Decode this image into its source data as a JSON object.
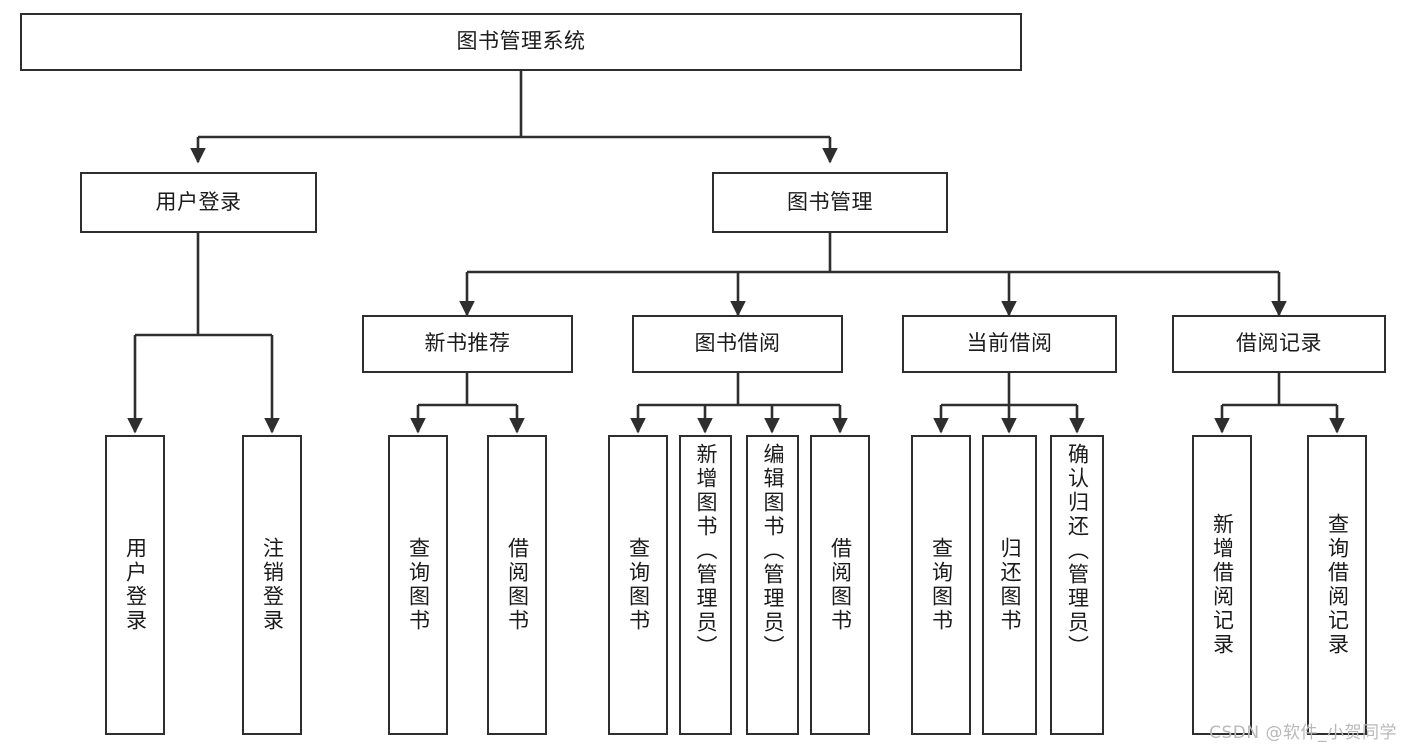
{
  "diagram": {
    "title": "图书管理系统",
    "type": "tree",
    "watermark": "CSDN @软件_小贺同学",
    "line_color": "#2e2e2e",
    "box_fill": "#ffffff",
    "text_color": "#1b1b1b",
    "root": {
      "label": "图书管理系统"
    },
    "level2": [
      {
        "label": "用户登录"
      },
      {
        "label": "图书管理"
      }
    ],
    "level3": [
      {
        "label": "新书推荐"
      },
      {
        "label": "图书借阅"
      },
      {
        "label": "当前借阅"
      },
      {
        "label": "借阅记录"
      }
    ],
    "leaves": {
      "user_login": [
        {
          "label": "用户登录"
        },
        {
          "label": "注销登录"
        }
      ],
      "new_book_recommend": [
        {
          "label": "查询图书"
        },
        {
          "label": "借阅图书"
        }
      ],
      "book_borrow": [
        {
          "label": "查询图书"
        },
        {
          "label": "新增图书（管理员）"
        },
        {
          "label": "编辑图书（管理员）"
        },
        {
          "label": "借阅图书"
        }
      ],
      "current_borrow": [
        {
          "label": "查询图书"
        },
        {
          "label": "归还图书"
        },
        {
          "label": "确认归还（管理员）"
        }
      ],
      "borrow_record": [
        {
          "label": "新增借阅记录"
        },
        {
          "label": "查询借阅记录"
        }
      ]
    }
  }
}
